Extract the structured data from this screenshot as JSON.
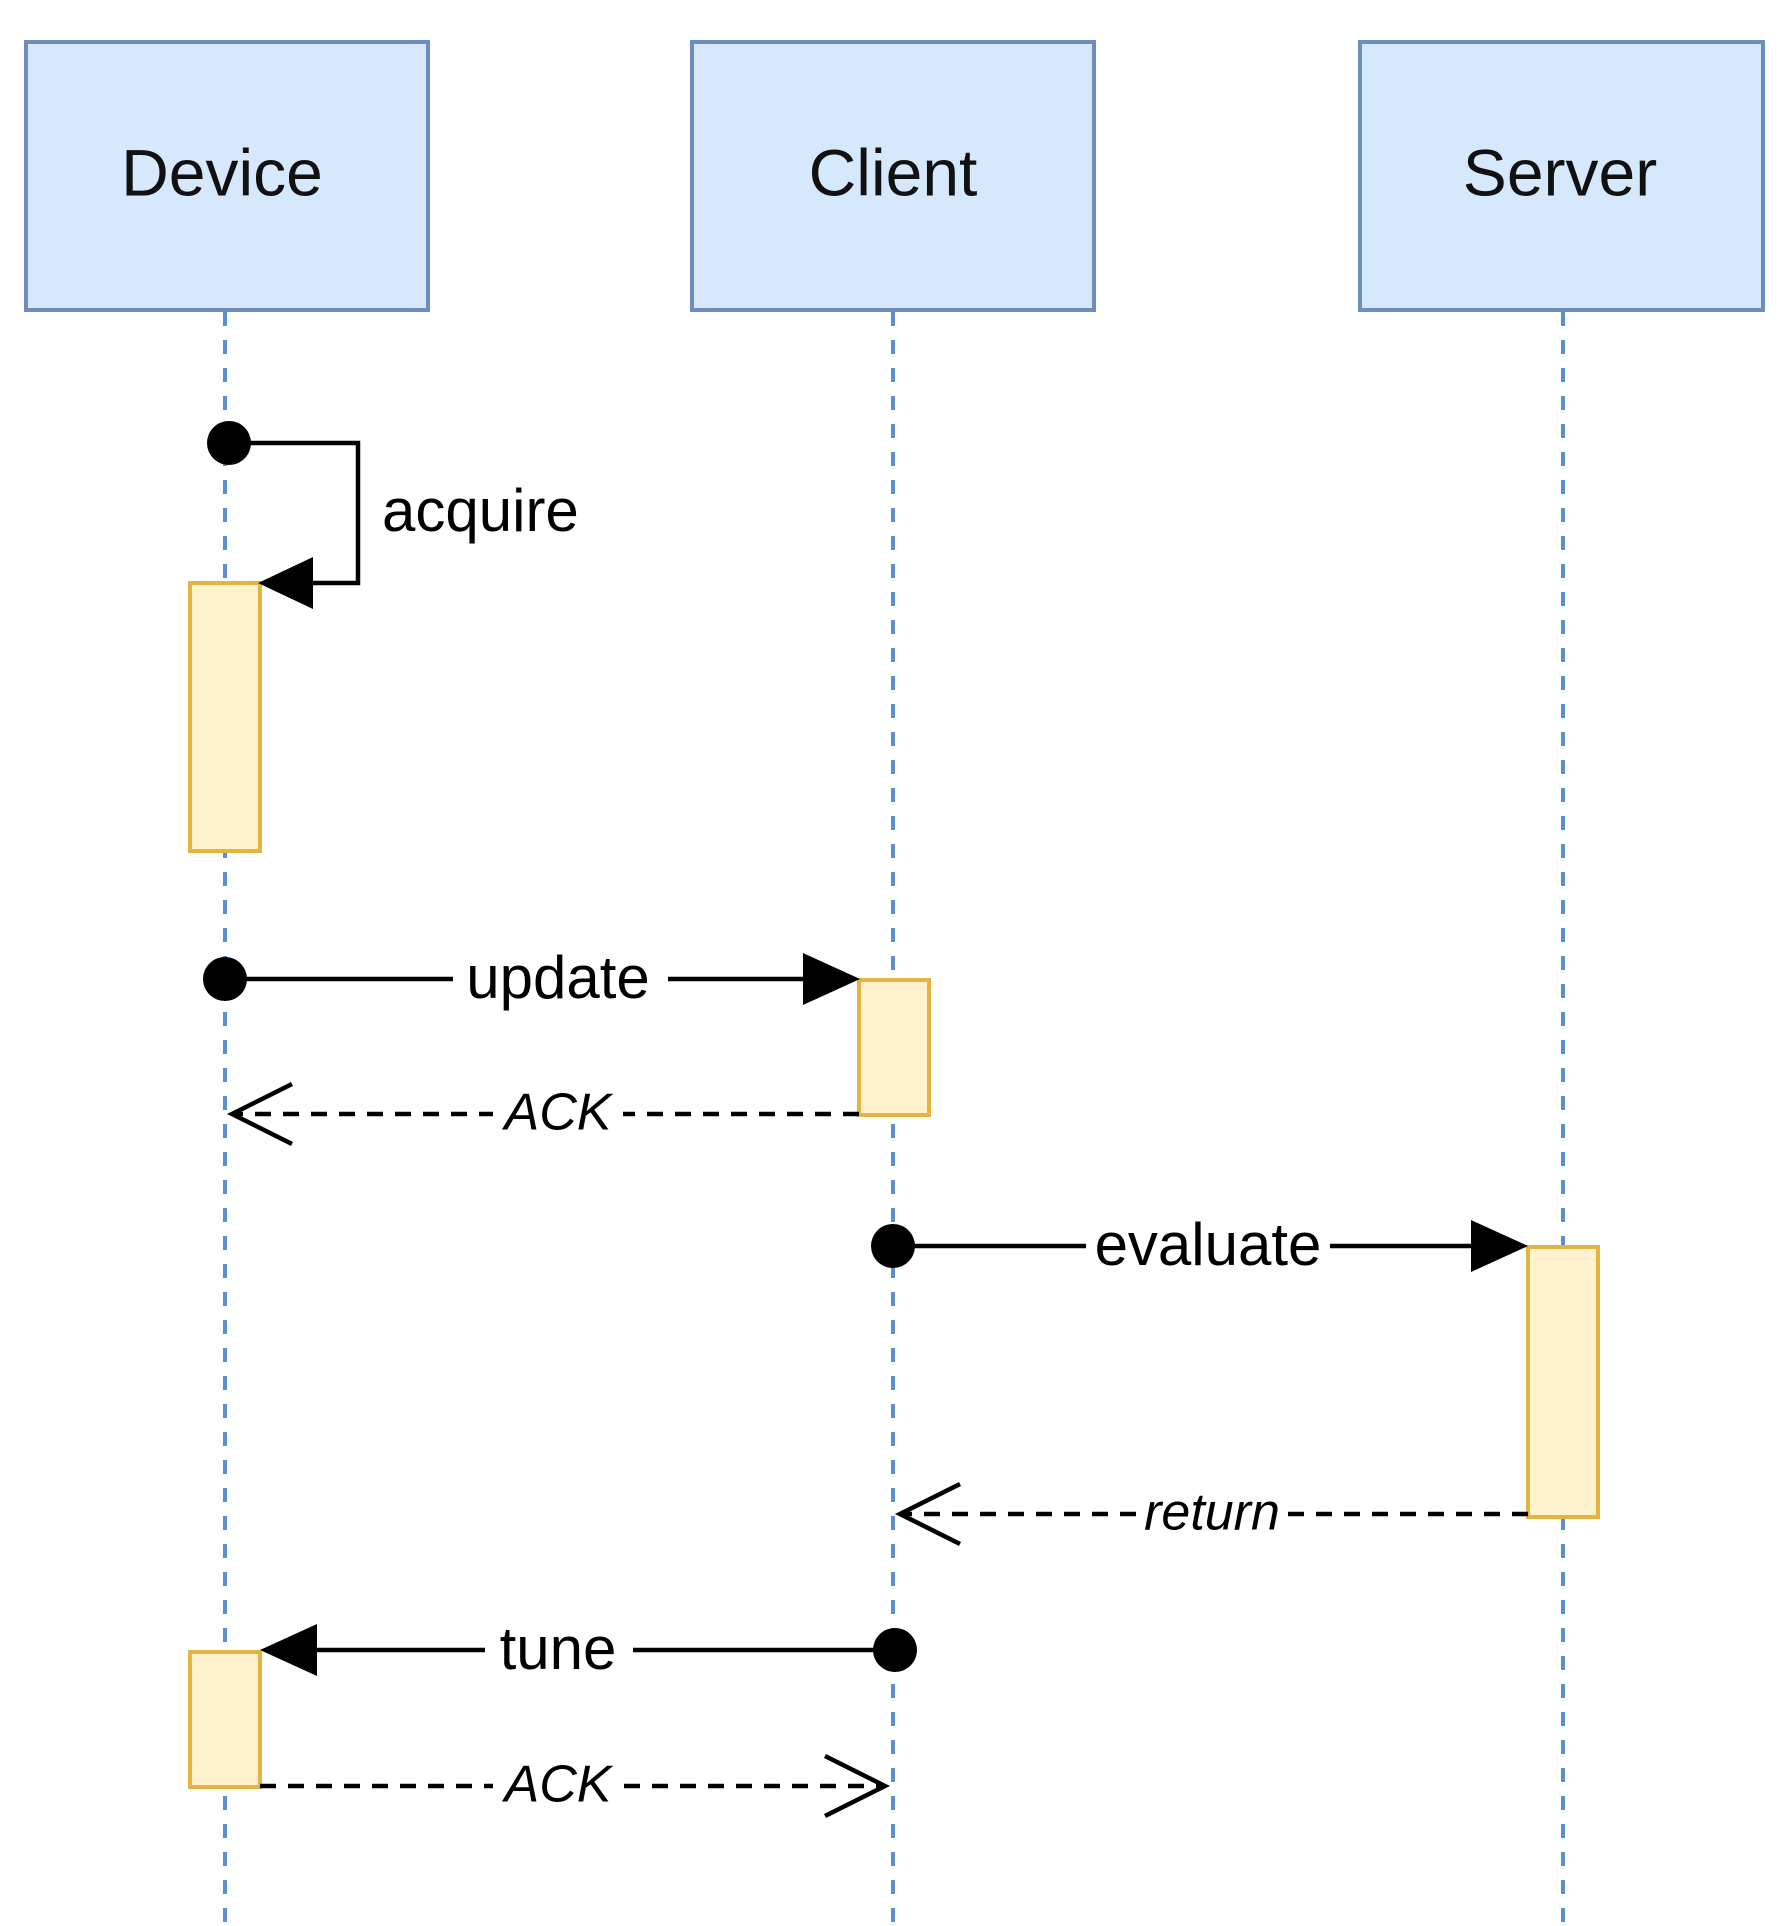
{
  "participants": [
    {
      "id": "device",
      "label": "Device"
    },
    {
      "id": "client",
      "label": "Client"
    },
    {
      "id": "server",
      "label": "Server"
    }
  ],
  "messages": [
    {
      "id": "acquire",
      "label": "acquire",
      "from": "device",
      "to": "device",
      "style": "sync-self"
    },
    {
      "id": "update",
      "label": "update",
      "from": "device",
      "to": "client",
      "style": "sync"
    },
    {
      "id": "ack1",
      "label": "ACK",
      "from": "client",
      "to": "device",
      "style": "reply"
    },
    {
      "id": "evaluate",
      "label": "evaluate",
      "from": "client",
      "to": "server",
      "style": "sync"
    },
    {
      "id": "return",
      "label": "return",
      "from": "server",
      "to": "client",
      "style": "reply"
    },
    {
      "id": "tune",
      "label": "tune",
      "from": "client",
      "to": "device",
      "style": "sync"
    },
    {
      "id": "ack2",
      "label": "ACK",
      "from": "device",
      "to": "client",
      "style": "reply"
    }
  ],
  "colors": {
    "participant_fill": "#d5e8fc",
    "participant_stroke": "#6c8ebf",
    "lifeline": "#5b8fd0",
    "activation_fill": "#fff2cc",
    "activation_stroke": "#e3b440"
  }
}
